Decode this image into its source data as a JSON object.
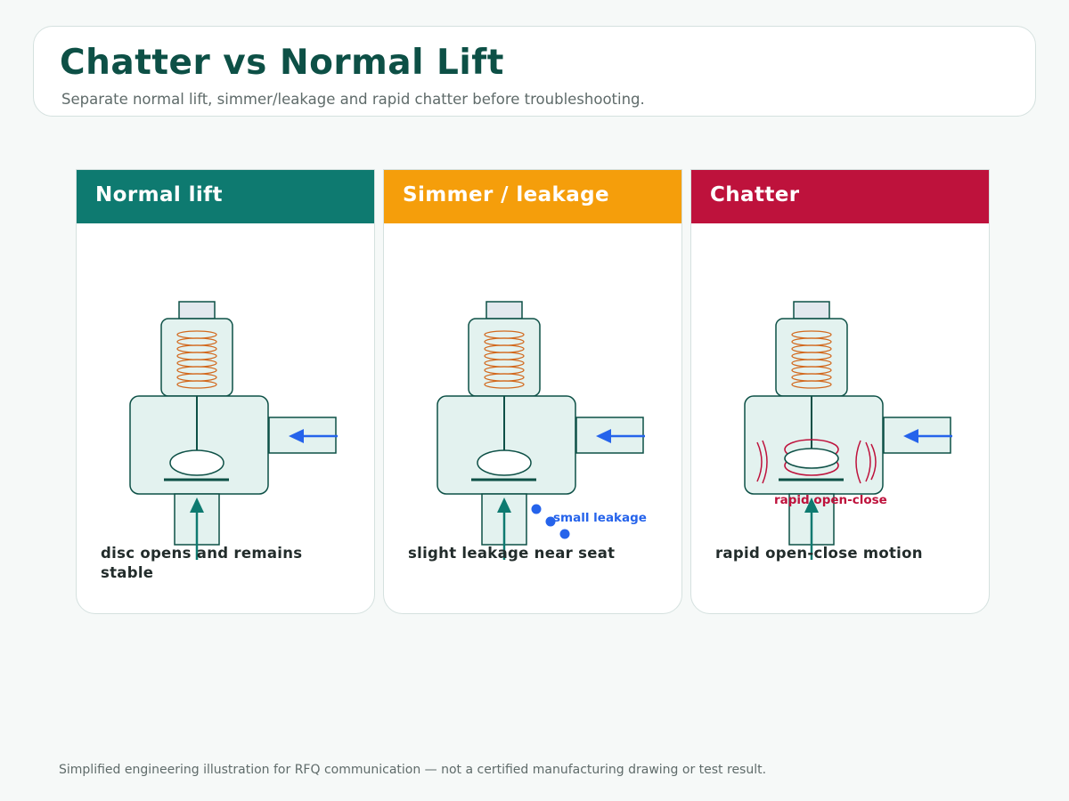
{
  "header": {
    "title": "Chatter vs Normal Lift",
    "subtitle": "Separate normal lift, simmer/leakage and rapid chatter before troubleshooting."
  },
  "panels": [
    {
      "title": "Normal lift",
      "color": "#0e7a70",
      "caption": "disc opens and remains stable"
    },
    {
      "title": "Simmer / leakage",
      "color": "#f59e0b",
      "caption": "slight leakage near seat",
      "annotation": "small leakage",
      "annotation_color": "#2563eb"
    },
    {
      "title": "Chatter",
      "color": "#be123c",
      "caption": "rapid open-close motion",
      "annotation": "rapid open-close",
      "annotation_color": "#be123c"
    }
  ],
  "diagram_colors": {
    "body_fill": "#e3f2ef",
    "outline": "#0d5046",
    "spring": "#d2691e",
    "flow_arrow_in": "#2563eb",
    "flow_arrow_up": "#0e7a70"
  },
  "footnote": "Simplified engineering illustration for RFQ communication — not a certified manufacturing drawing or test result."
}
